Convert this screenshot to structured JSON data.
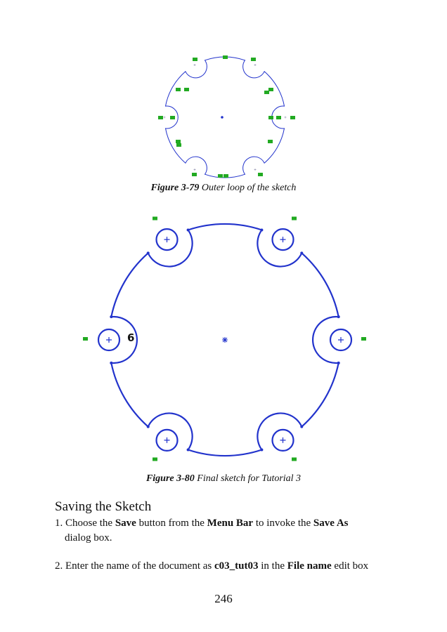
{
  "figures": [
    {
      "number": "Figure 3-79",
      "caption": " Outer loop of the sketch"
    },
    {
      "number": "Figure 3-80",
      "caption": " Final sketch for Tutorial 3",
      "dimension_label": "6"
    }
  ],
  "section": {
    "heading": "Saving the Sketch",
    "steps": [
      {
        "prefix": "1. Choose the ",
        "b1": "Save",
        "t1": " button from the ",
        "b2": "Menu Bar",
        "t2": " to invoke the ",
        "b3": "Save As",
        "t3": "dialog box."
      },
      {
        "prefix": "2. Enter the name of the document as ",
        "b1": "c03_tut03",
        "t1": " in the ",
        "b2": "File name",
        "t2": " edit box"
      }
    ]
  },
  "page_number": "246",
  "colors": {
    "sketch": "#2233cc",
    "relation": "#22aa22"
  }
}
